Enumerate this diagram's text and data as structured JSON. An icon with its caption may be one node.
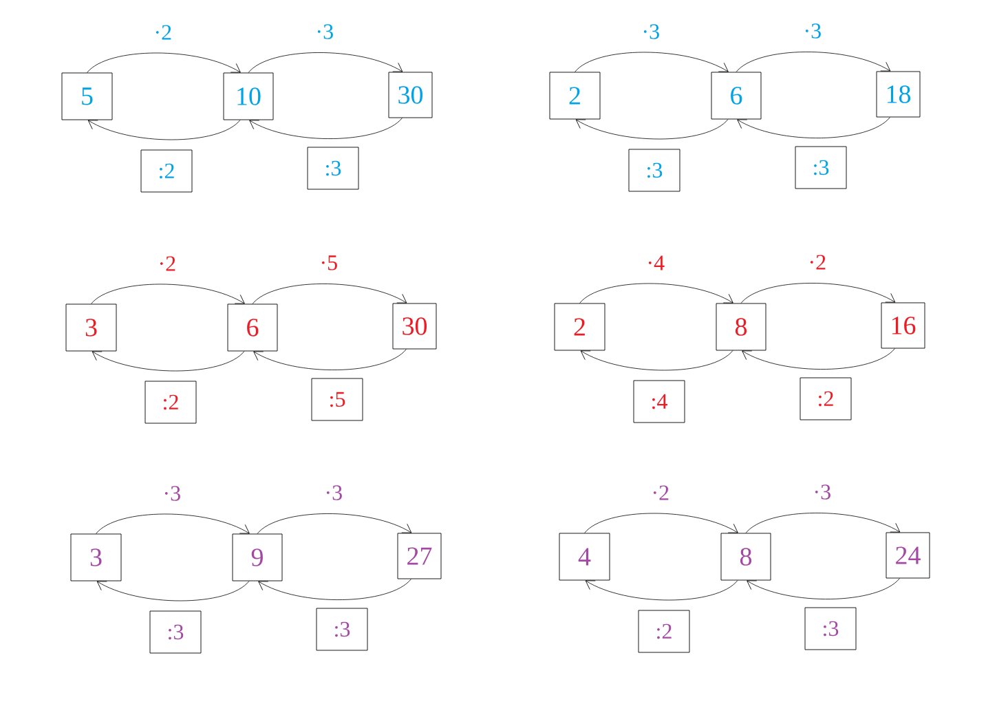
{
  "diagram": {
    "nodes": [
      {
        "text": [
          "5"
        ]
      },
      {
        "text": [
          "10"
        ]
      },
      {
        "text": [
          "30"
        ]
      },
      {
        "text": [
          ":2"
        ]
      },
      {
        "text": [
          ":3"
        ]
      },
      {
        "text": [
          "2"
        ]
      },
      {
        "text": [
          "6"
        ]
      },
      {
        "text": [
          "18"
        ]
      },
      {
        "text": [
          ":3"
        ]
      },
      {
        "text": [
          ":3"
        ]
      },
      {
        "text": [
          "3"
        ]
      },
      {
        "text": [
          "6"
        ]
      },
      {
        "text": [
          "30"
        ]
      },
      {
        "text": [
          ":2"
        ]
      },
      {
        "text": [
          ":5"
        ]
      },
      {
        "text": [
          "2"
        ]
      },
      {
        "text": [
          "8"
        ]
      },
      {
        "text": [
          "16"
        ]
      },
      {
        "text": [
          ":4"
        ]
      },
      {
        "text": [
          ":2"
        ]
      },
      {
        "text": [
          "3"
        ]
      },
      {
        "text": [
          "9"
        ]
      },
      {
        "text": [
          "27"
        ]
      },
      {
        "text": [
          ":3"
        ]
      },
      {
        "text": [
          ":3"
        ]
      },
      {
        "text": [
          "4"
        ]
      },
      {
        "text": [
          "8"
        ]
      },
      {
        "text": [
          "24"
        ]
      },
      {
        "text": [
          ":2"
        ]
      },
      {
        "text": [
          ":3"
        ]
      }
    ],
    "edges": [
      {
        "from": 0,
        "to": 1,
        "arrow": "to",
        "label": "·2"
      },
      {
        "from": 1,
        "to": 2,
        "arrow": "to",
        "label": "·3"
      },
      {
        "from": 1,
        "to": 0,
        "arrow": "to"
      },
      {
        "from": 2,
        "to": 1,
        "arrow": "to"
      },
      {
        "from": 5,
        "to": 6,
        "arrow": "to",
        "label": "·3"
      },
      {
        "from": 6,
        "to": 7,
        "arrow": "to",
        "label": "·3"
      },
      {
        "from": 6,
        "to": 5,
        "arrow": "to"
      },
      {
        "from": 7,
        "to": 6,
        "arrow": "to"
      },
      {
        "from": 10,
        "to": 11,
        "arrow": "to",
        "label": "·2"
      },
      {
        "from": 11,
        "to": 12,
        "arrow": "to",
        "label": "·5"
      },
      {
        "from": 11,
        "to": 10,
        "arrow": "to"
      },
      {
        "from": 12,
        "to": 11,
        "arrow": "to"
      },
      {
        "from": 15,
        "to": 16,
        "arrow": "to",
        "label": "·4"
      },
      {
        "from": 16,
        "to": 17,
        "arrow": "to",
        "label": "·2"
      },
      {
        "from": 16,
        "to": 15,
        "arrow": "to"
      },
      {
        "from": 17,
        "to": 16,
        "arrow": "to"
      },
      {
        "from": 20,
        "to": 21,
        "arrow": "to",
        "label": "·3"
      },
      {
        "from": 21,
        "to": 22,
        "arrow": "to",
        "label": "·3"
      },
      {
        "from": 21,
        "to": 20,
        "arrow": "to"
      },
      {
        "from": 22,
        "to": 21,
        "arrow": "to"
      },
      {
        "from": 25,
        "to": 26,
        "arrow": "to",
        "label": "·2"
      },
      {
        "from": 26,
        "to": 27,
        "arrow": "to",
        "label": "·3"
      },
      {
        "from": 26,
        "to": 25,
        "arrow": "to"
      },
      {
        "from": 27,
        "to": 26,
        "arrow": "to"
      }
    ]
  }
}
